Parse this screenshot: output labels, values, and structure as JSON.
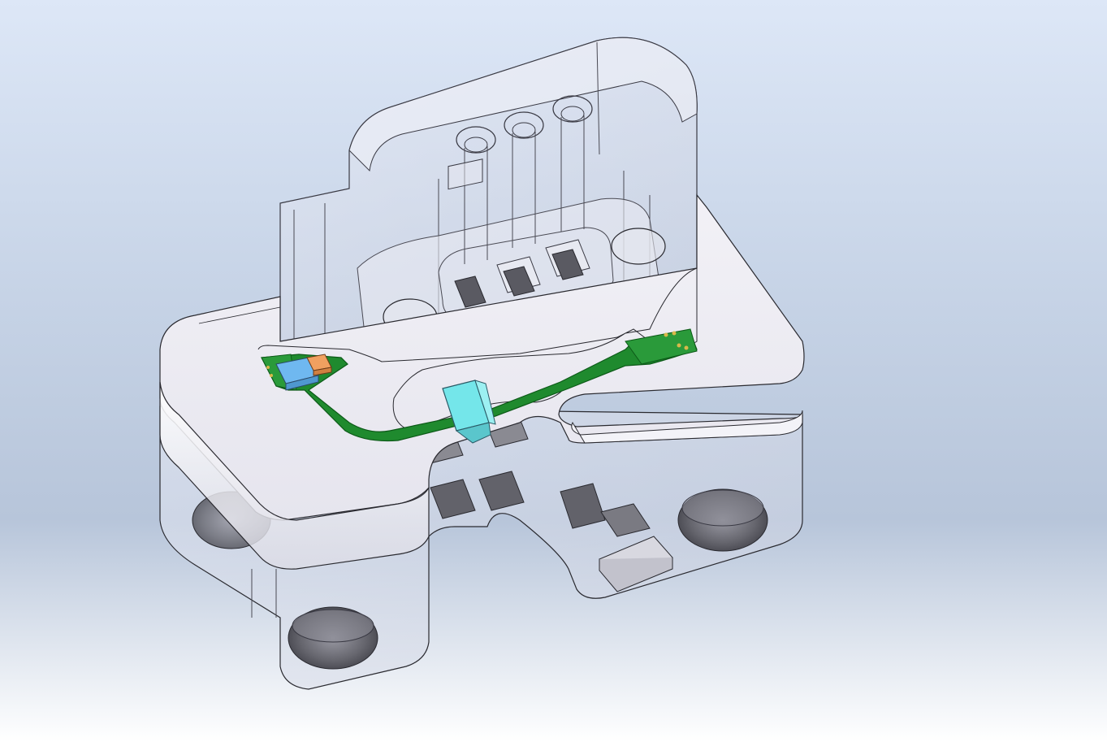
{
  "viewport": {
    "background_top": "#dde7f7",
    "background_bottom": "#ffffff"
  },
  "model": {
    "colors": {
      "enclosure_fill": "#eceaf2",
      "enclosure_edge": "#2a2a30",
      "transparent_wall": "#d8d8e2",
      "pcb": "#1f8a2e",
      "pcb_edge": "#0d5a18",
      "connector_cyan": "#74e6ea",
      "chip_blue": "#6fb8f0",
      "chip_orange": "#f0a060",
      "component_dark": "#5a5a62",
      "speaker_dark": "#5e5e66"
    },
    "icons": [
      "pcb-board",
      "usb-connector",
      "chip-blue",
      "chip-orange",
      "speaker-driver"
    ]
  }
}
